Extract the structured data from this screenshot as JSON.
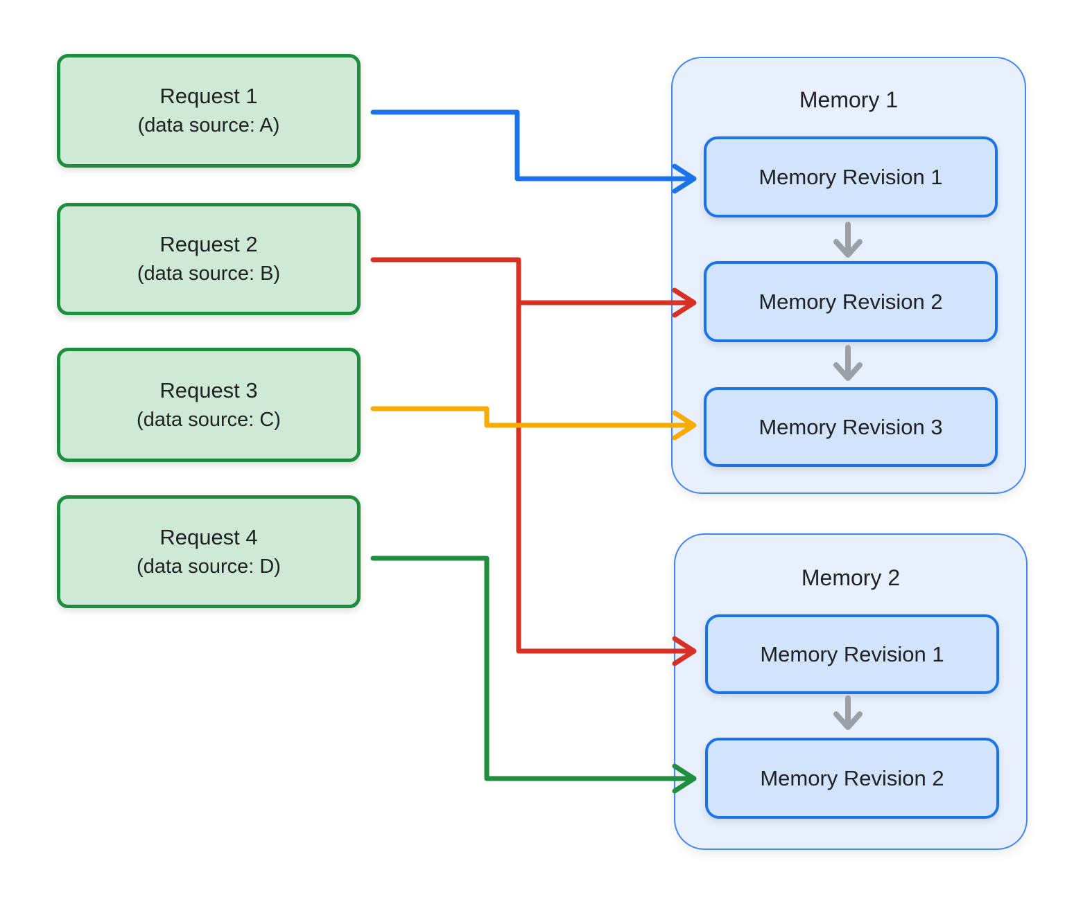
{
  "requests": [
    {
      "title": "Request 1",
      "subtitle": "(data source: A)"
    },
    {
      "title": "Request 2",
      "subtitle": "(data source: B)"
    },
    {
      "title": "Request 3",
      "subtitle": "(data source: C)"
    },
    {
      "title": "Request 4",
      "subtitle": "(data source: D)"
    }
  ],
  "memories": [
    {
      "title": "Memory 1",
      "revisions": [
        "Memory Revision 1",
        "Memory Revision 2",
        "Memory Revision 3"
      ]
    },
    {
      "title": "Memory 2",
      "revisions": [
        "Memory Revision 1",
        "Memory Revision 2"
      ]
    }
  ],
  "connections": [
    {
      "from": "Request 1",
      "to": "Memory 1 / Memory Revision 1",
      "color": "blue"
    },
    {
      "from": "Request 2",
      "to": "Memory 1 / Memory Revision 2",
      "color": "red"
    },
    {
      "from": "Request 2",
      "to": "Memory 2 / Memory Revision 1",
      "color": "red"
    },
    {
      "from": "Request 3",
      "to": "Memory 1 / Memory Revision 3",
      "color": "yellow"
    },
    {
      "from": "Request 4",
      "to": "Memory 2 / Memory Revision 2",
      "color": "green"
    }
  ],
  "colors": {
    "request_fill": "#ceead6",
    "request_border": "#1e8e3e",
    "memory_fill": "#e8f0fe",
    "memory_border": "#4285f4",
    "revision_fill": "#d2e3fc",
    "revision_border": "#1a73e8",
    "arrow_blue": "#1a73e8",
    "arrow_red": "#d93025",
    "arrow_yellow": "#f9ab00",
    "arrow_green": "#1e8e3e",
    "arrow_gray": "#9aa0a6",
    "text": "#202124"
  }
}
